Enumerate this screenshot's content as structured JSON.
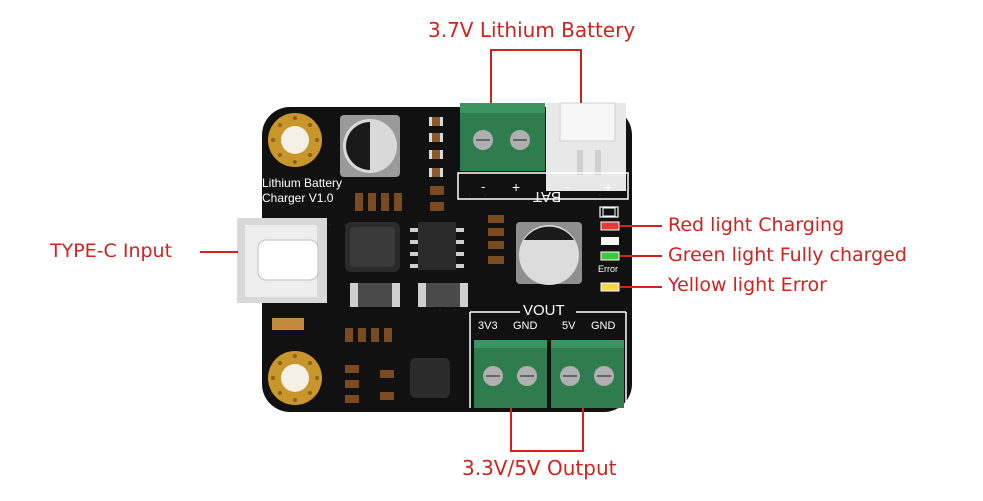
{
  "callouts": {
    "battery": "3.7V Lithium Battery",
    "typec": "TYPE-C Input",
    "red": "Red light Charging",
    "green": "Green light Fully charged",
    "yellow": "Yellow light Error",
    "output": "3.3V/5V Output"
  },
  "board": {
    "title_line1": "Lithium Battery",
    "title_line2": "Charger V1.0",
    "bat_label": "BAT",
    "bat_minus": "-",
    "bat_plus": "+",
    "jst_minus": "-",
    "jst_plus": "+",
    "vout_label": "VOUT",
    "pin_3v3": "3V3",
    "pin_gnd1": "GND",
    "pin_5v": "5V",
    "pin_gnd2": "GND",
    "error_label": "Error"
  },
  "colors": {
    "callout": "#d4211e",
    "pcb": "#111111",
    "terminal": "#2f7d4e",
    "led_red": "#e53935",
    "led_green": "#3cc83c",
    "led_yellow": "#f2d64b"
  }
}
